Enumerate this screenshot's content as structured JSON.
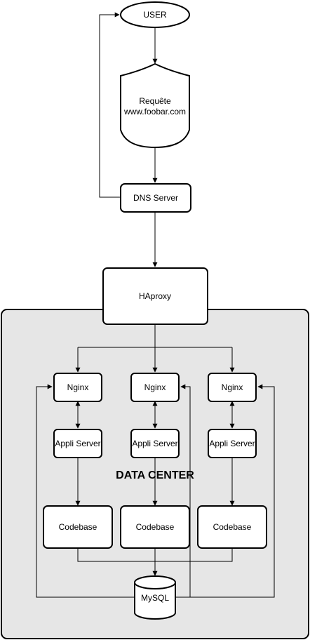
{
  "user": "USER",
  "request": {
    "line1": "Requête",
    "line2": "www.foobar.com"
  },
  "dns": "DNS Server",
  "haproxy": "HAproxy",
  "datacenter": "DATA CENTER",
  "nginx": [
    "Nginx",
    "Nginx",
    "Nginx"
  ],
  "appserver": [
    "Appli Server",
    "Appli Server",
    "Appli Server"
  ],
  "codebase": [
    "Codebase",
    "Codebase",
    "Codebase"
  ],
  "mysql": "MySQL",
  "colors": {
    "datacenter_fill": "#e6e6e6",
    "stroke": "#000000",
    "node_fill": "#ffffff"
  }
}
